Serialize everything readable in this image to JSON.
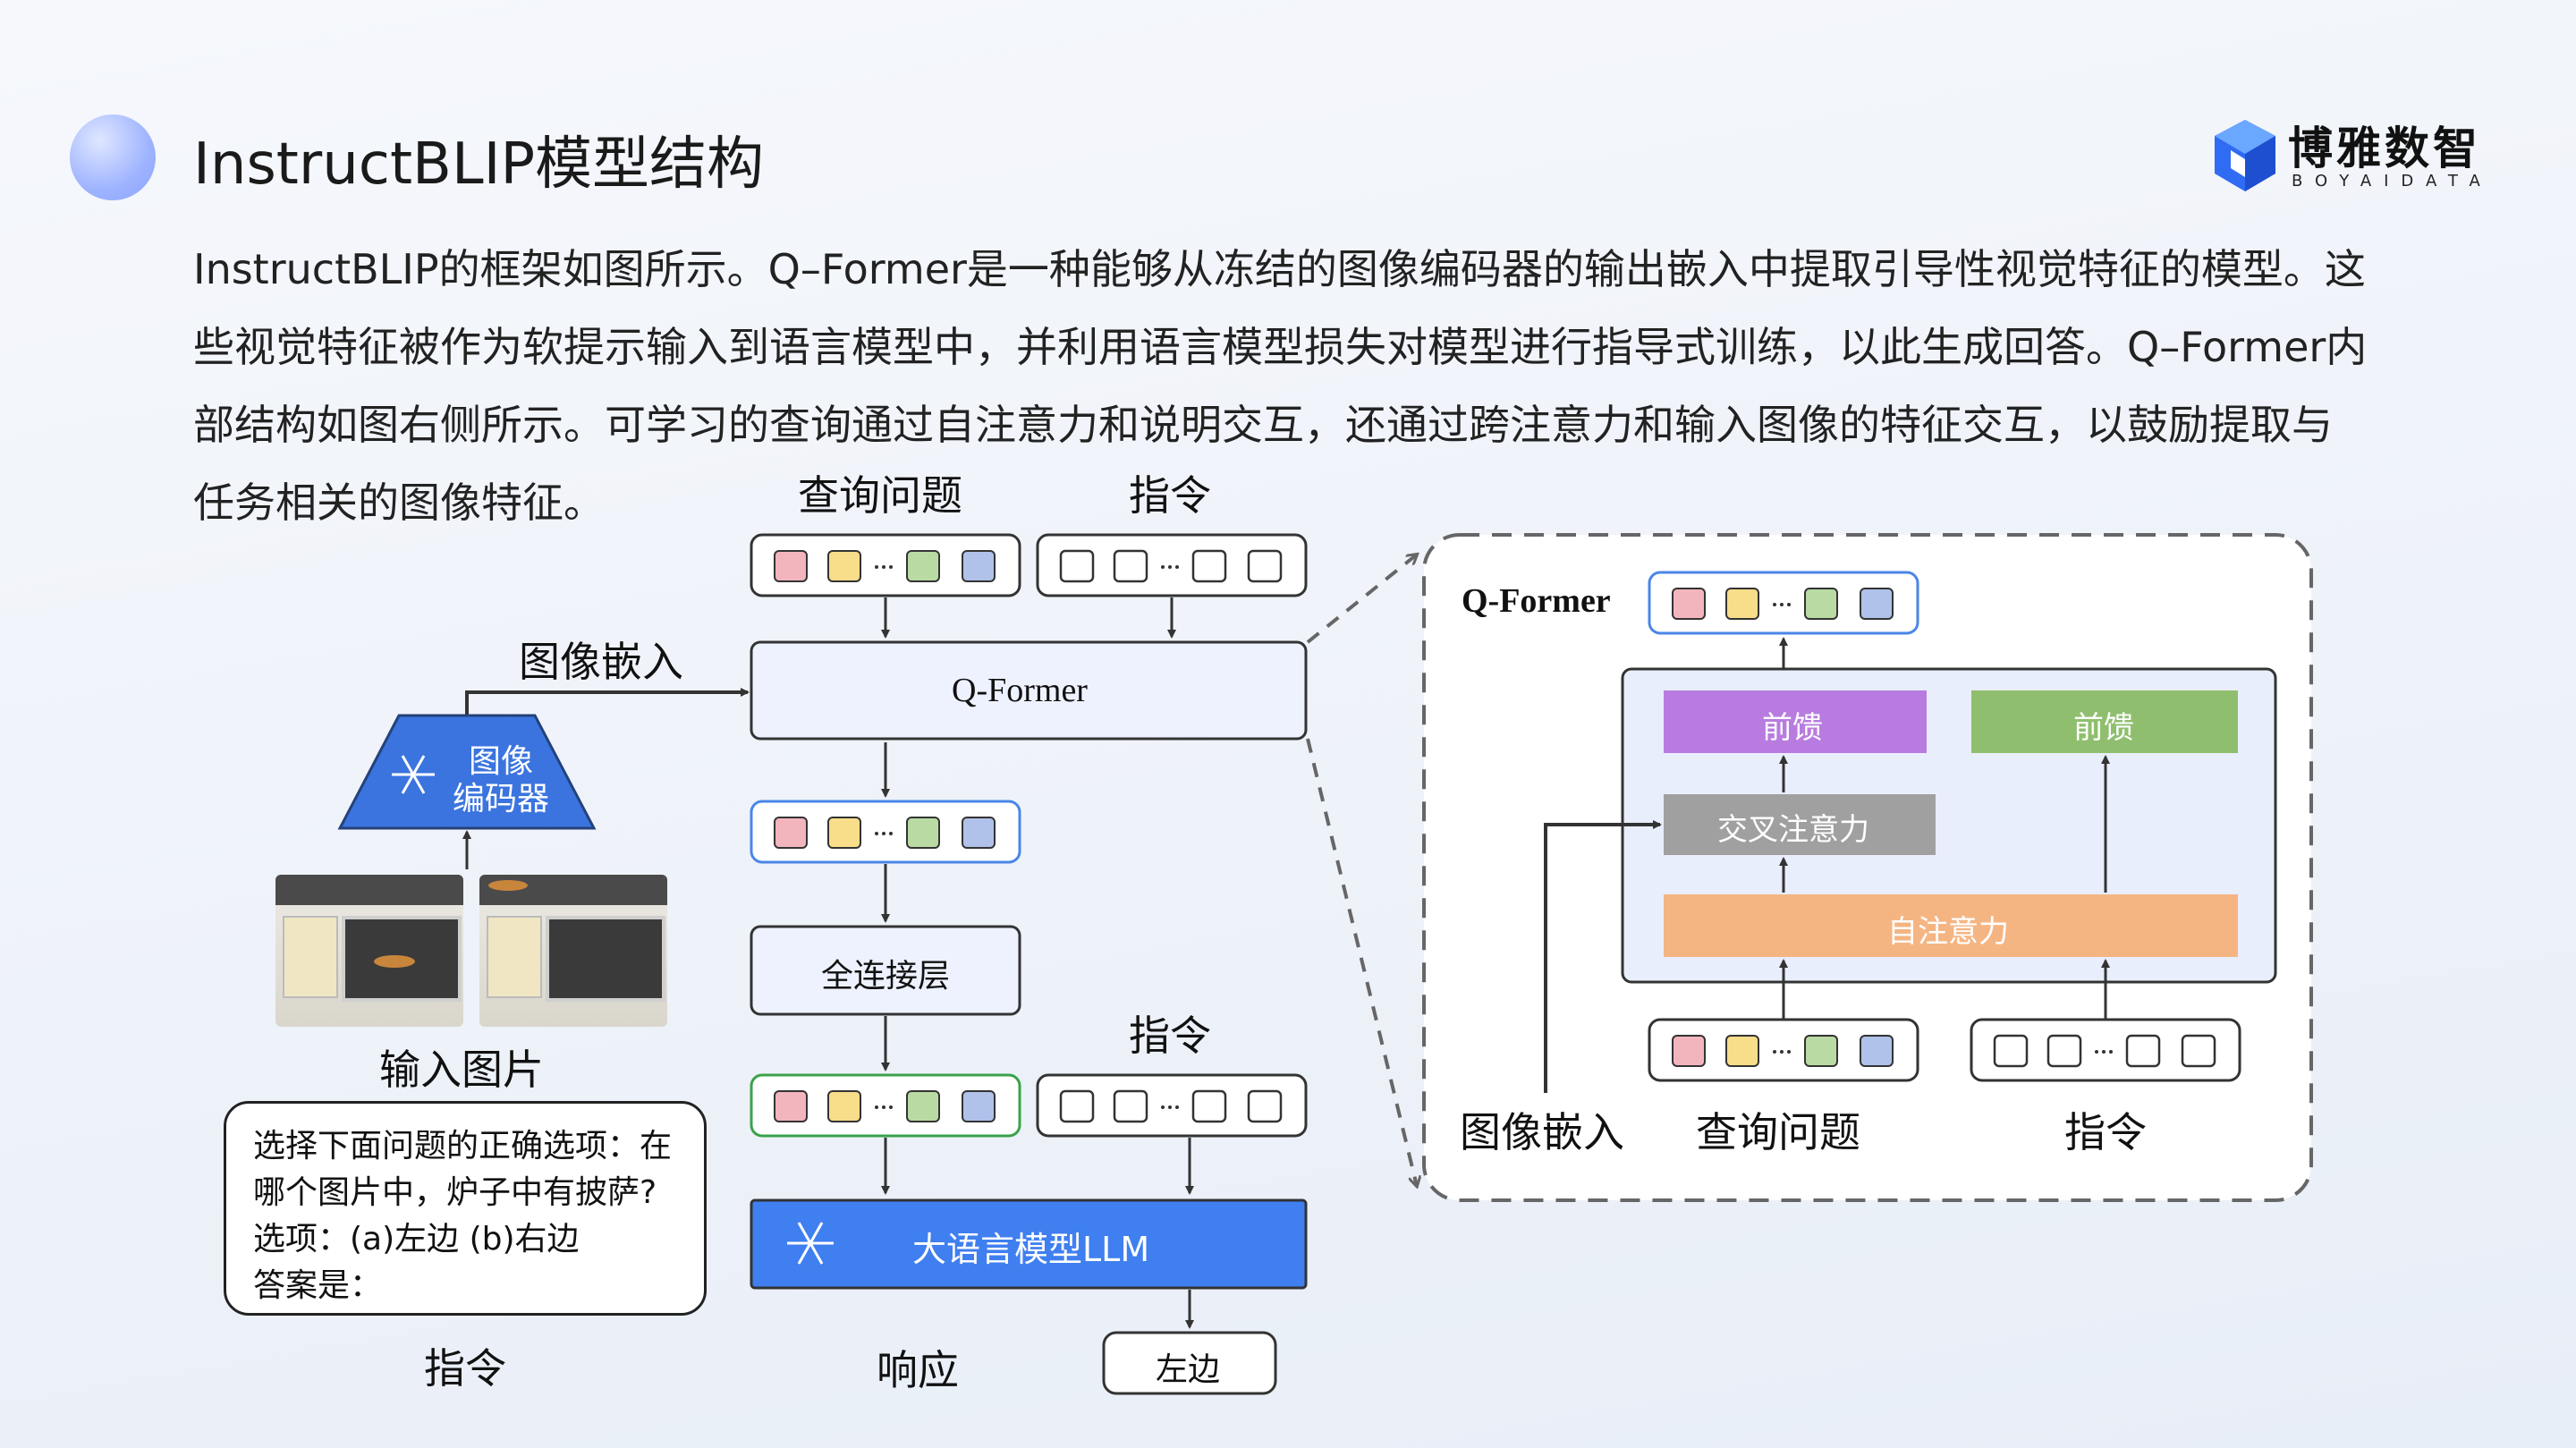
{
  "header": {
    "title": "InstructBLIP模型结构",
    "logo_cn": "博雅数智",
    "logo_en": "BOYAIDATA"
  },
  "paragraph": [
    "InstructBLIP的框架如图所示。Q–Former是一种能够从冻结的图像编码器的输出嵌入中提取引导性视觉特征的模型。这",
    "些视觉特征被作为软提示输入到语言模型中，并利用语言模型损失对模型进行指导式训练，以此生成回答。Q–Former内",
    "部结构如图右侧所示。可学习的查询通过自注意力和说明交互，还通过跨注意力和输入图像的特征交互，以鼓励提取与",
    "任务相关的图像特征。"
  ],
  "left_diagram": {
    "query_label": "查询问题",
    "instruction_label_top": "指令",
    "image_embedding_label": "图像嵌入",
    "qformer_label": "Q-Former",
    "encoder_label_line1": "图像",
    "encoder_label_line2": "编码器",
    "input_image_label": "输入图片",
    "fc_label": "全连接层",
    "instruction_label_mid": "指令",
    "llm_label": "大语言模型LLM",
    "instruction_text": [
      "选择下面问题的正确选项：在",
      "哪个图片中，炉子中有披萨?",
      "选项：(a)左边 (b)右边",
      "答案是："
    ],
    "instruction_caption": "指令",
    "response_label": "响应",
    "answer": "左边"
  },
  "right_diagram": {
    "title": "Q-Former",
    "ffn_left": "前馈",
    "ffn_right": "前馈",
    "cross_attention": "交叉注意力",
    "self_attention": "自注意力",
    "image_embedding_label": "图像嵌入",
    "query_label": "查询问题",
    "instruction_label": "指令"
  },
  "colors": {
    "token_pink": "#f3b5bd",
    "token_yellow": "#f8dd8a",
    "token_green": "#b9dba3",
    "token_blue": "#b0c2ea",
    "llm_blue": "#3f7ff0",
    "encoder_blue": "#3b74df",
    "ffn_purple": "#b87ce0",
    "ffn_green": "#8fbf6e",
    "cross_gray": "#a0a0a0",
    "self_orange": "#f5b583"
  },
  "ellipsis": "···"
}
